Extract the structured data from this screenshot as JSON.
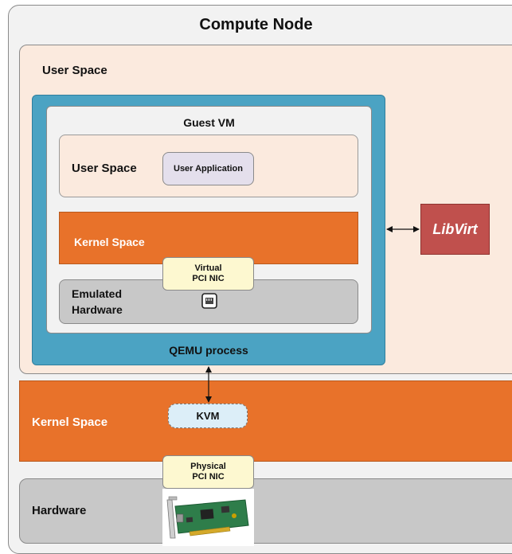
{
  "colors": {
    "outer_bg": "#f2f2f2",
    "user_space_bg": "#fbeade",
    "qemu_blue": "#4ba3c3",
    "guest_bg": "#f2f2f2",
    "kernel_orange": "#e8722a",
    "hardware_gray": "#c8c8c8",
    "nic_yellow": "#fdf8d0",
    "libvirt_red": "#c0504d",
    "app_lavender": "#e4dfec",
    "kvm_blue": "#dceef8"
  },
  "icons": [
    "ethernet-port-icon",
    "pci-nic-card-icon"
  ],
  "diagram": {
    "title": "Compute Node",
    "host_user_space": "User Space",
    "guest_vm": "Guest VM",
    "guest_user_space": "User Space",
    "user_application": "User Application",
    "guest_kernel_space": "Kernel Space",
    "virtual_nic_line1": "Virtual",
    "virtual_nic_line2": "PCI NIC",
    "emulated_line1": "Emulated",
    "emulated_line2": "Hardware",
    "qemu_process": "QEMU process",
    "libvirt": "LibVirt",
    "host_kernel_space": "Kernel Space",
    "kvm": "KVM",
    "physical_nic_line1": "Physical",
    "physical_nic_line2": "PCI NIC",
    "hardware": "Hardware"
  }
}
